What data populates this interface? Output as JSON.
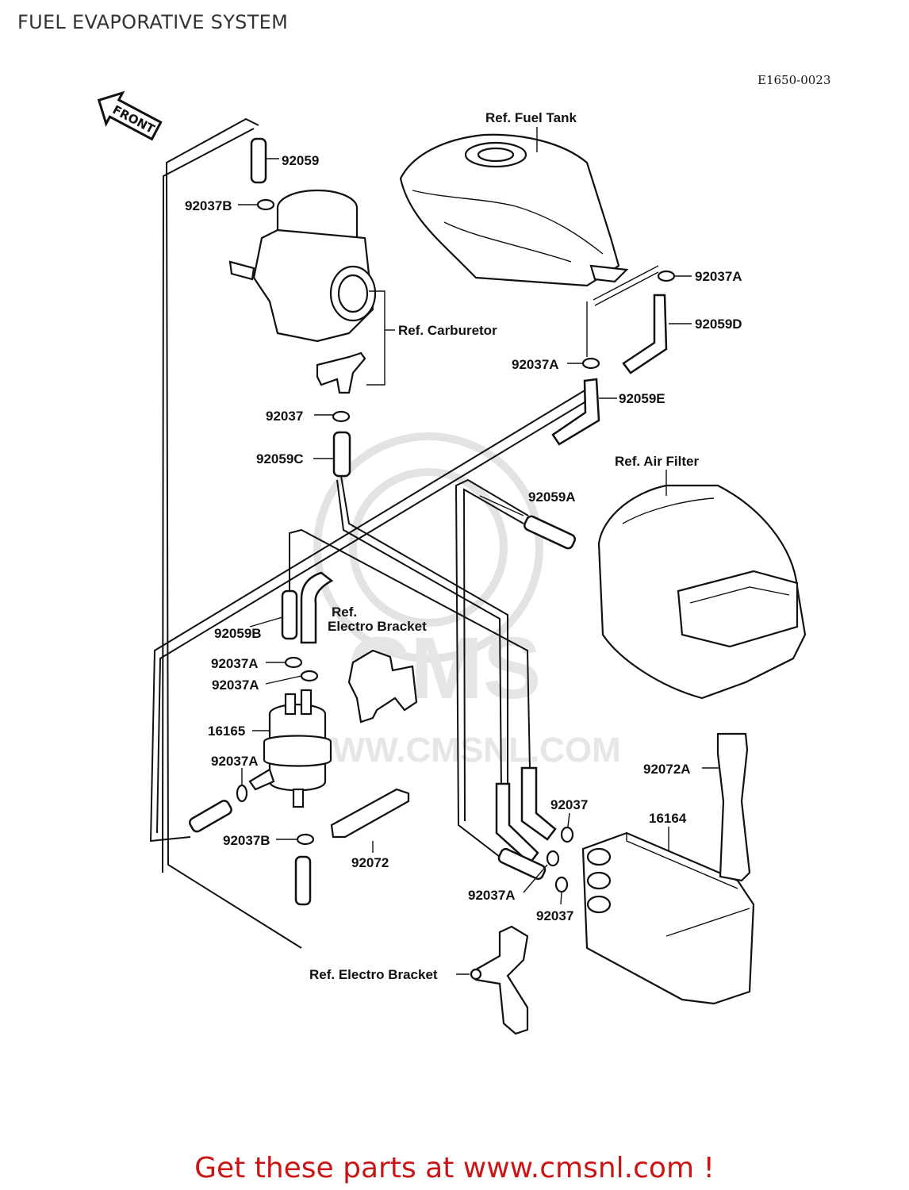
{
  "page": {
    "title": "FUEL EVAPORATIVE SYSTEM",
    "diagram_code": "E1650-0023",
    "footer": "Get these parts at www.cmsnl.com !"
  },
  "watermark": {
    "text": "CMS",
    "url": "WWW.CMSNL.COM"
  },
  "front_arrow": "FRONT",
  "labels": {
    "ref_fuel_tank": "Ref. Fuel Tank",
    "ref_carburetor": "Ref. Carburetor",
    "ref_air_filter": "Ref. Air Filter",
    "ref_electro_bracket_top_1": "Ref.",
    "ref_electro_bracket_top_2": "Electro Bracket",
    "ref_electro_bracket_bottom": "Ref. Electro Bracket"
  },
  "parts": {
    "p92059": "92059",
    "p92037B_top": "92037B",
    "p92037A_tank": "92037A",
    "p92059D": "92059D",
    "p92037A_mid": "92037A",
    "p92059E": "92059E",
    "p92037_carb": "92037",
    "p92059C": "92059C",
    "p92059A": "92059A",
    "p92059B": "92059B",
    "p92037A_f1": "92037A",
    "p92037A_f2": "92037A",
    "p16165": "16165",
    "p92037A_f3": "92037A",
    "p92037B_bottom": "92037B",
    "p92072": "92072",
    "p92072A": "92072A",
    "p16164": "16164",
    "p92037_c1": "92037",
    "p92037A_c": "92037A",
    "p92037_c2": "92037"
  },
  "colors": {
    "ink": "#111111",
    "title": "#333333",
    "footer": "#cc1414",
    "watermark": "#e3e3e3"
  }
}
